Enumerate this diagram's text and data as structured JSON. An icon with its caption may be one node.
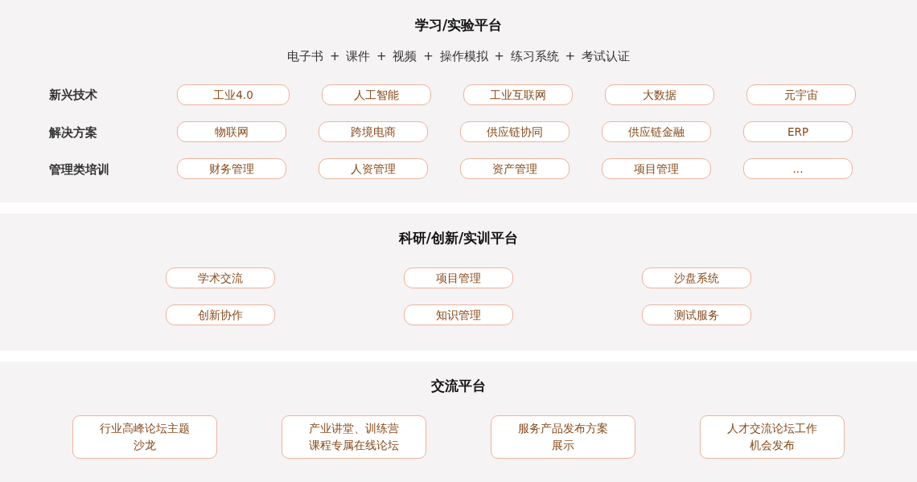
{
  "diagram": {
    "nodes": [
      {
        "text": [
          "学习/实验平台",
          "电子书 + 课件 + 视频 + 操作模拟 + 练习系统 + 考试认证"
        ]
      },
      {
        "text": [
          "工业4.0"
        ],
        "in": 0
      },
      {
        "text": [
          "人工智能"
        ],
        "in": 0
      },
      {
        "text": [
          "工业互联网"
        ],
        "in": 0
      },
      {
        "text": [
          "大数据"
        ],
        "in": 0
      },
      {
        "text": [
          "元宇宙"
        ],
        "in": 0
      },
      {
        "text": [
          "物联网"
        ],
        "in": 0
      },
      {
        "text": [
          "跨境电商"
        ],
        "in": 0
      },
      {
        "text": [
          "供应链协同"
        ],
        "in": 0
      },
      {
        "text": [
          "供应链金融"
        ],
        "in": 0
      },
      {
        "text": [
          "ERP"
        ],
        "in": 0
      },
      {
        "text": [
          "财务管理"
        ],
        "in": 0
      },
      {
        "text": [
          "人资管理"
        ],
        "in": 0
      },
      {
        "text": [
          "资产管理"
        ],
        "in": 0
      },
      {
        "text": [
          "项目管理"
        ],
        "in": 0
      },
      {
        "text": [
          "..."
        ],
        "in": 0
      },
      {
        "text": [
          "科研/创新/实训平台"
        ]
      },
      {
        "text": [
          "学术交流"
        ],
        "in": 16
      },
      {
        "text": [
          "项目管理"
        ],
        "in": 16
      },
      {
        "text": [
          "沙盘系统"
        ],
        "in": 16
      },
      {
        "text": [
          "创新协作"
        ],
        "in": 16
      },
      {
        "text": [
          "知识管理"
        ],
        "in": 16
      },
      {
        "text": [
          "测试服务"
        ],
        "in": 16
      },
      {
        "text": [
          "交流平台"
        ]
      },
      {
        "text": [
          "行业高峰论坛主题沙龙"
        ],
        "in": 23
      },
      {
        "text": [
          "产业讲堂、训练营课程专属在线论坛"
        ],
        "in": 23
      },
      {
        "text": [
          "服务产品发布方案展示"
        ],
        "in": 23
      },
      {
        "text": [
          "人才交流论坛工作机会发布"
        ],
        "in": 23
      }
    ],
    "labels": [
      "新兴技术",
      "解决方案",
      "管理类培训"
    ]
  }
}
